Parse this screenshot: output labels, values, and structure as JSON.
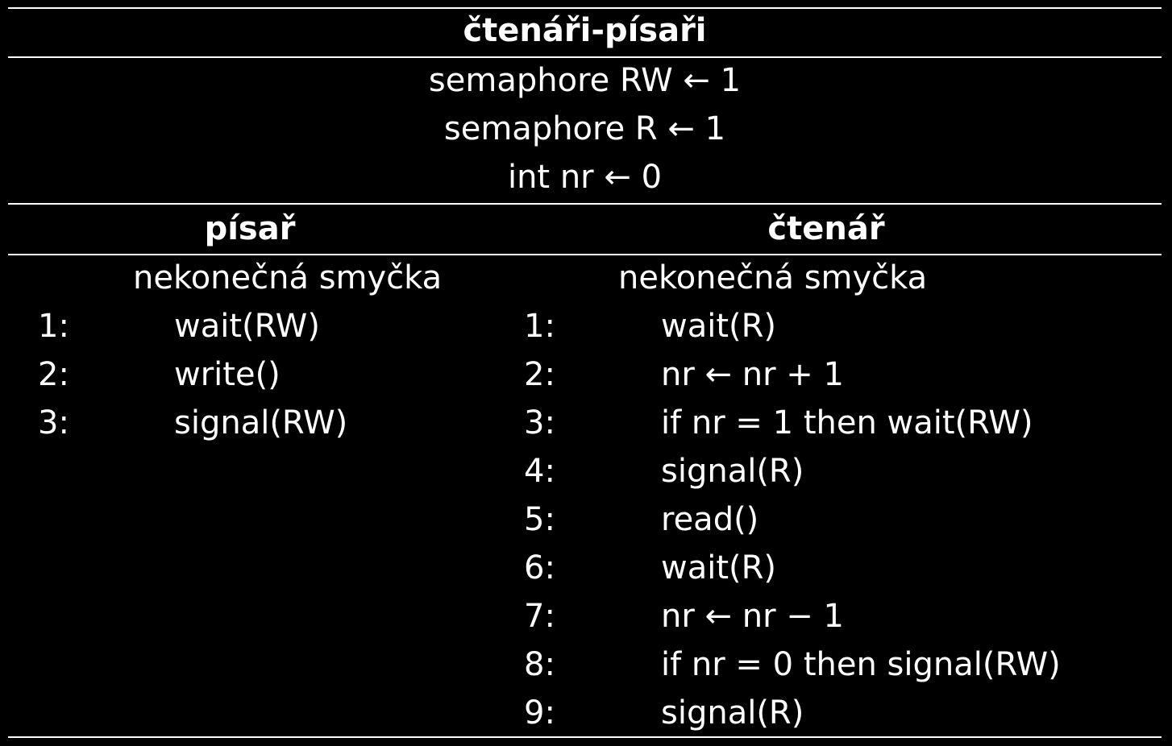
{
  "title": "čtenáři-písaři",
  "declarations": [
    "semaphore RW ← 1",
    "semaphore R ← 1",
    "int nr ← 0"
  ],
  "writer": {
    "heading": "písař",
    "loop_label": "nekonečná smyčka",
    "steps": [
      {
        "num": "1:",
        "code": "wait(RW)"
      },
      {
        "num": "2:",
        "code": "write()"
      },
      {
        "num": "3:",
        "code": "signal(RW)"
      }
    ]
  },
  "reader": {
    "heading": "čtenář",
    "loop_label": "nekonečná smyčka",
    "steps": [
      {
        "num": "1:",
        "code": "wait(R)"
      },
      {
        "num": "2:",
        "code": "nr ← nr + 1"
      },
      {
        "num": "3:",
        "code": "if nr = 1 then wait(RW)"
      },
      {
        "num": "4:",
        "code": "signal(R)"
      },
      {
        "num": "5:",
        "code": "read()"
      },
      {
        "num": "6:",
        "code": "wait(R)"
      },
      {
        "num": "7:",
        "code": "nr ← nr − 1"
      },
      {
        "num": "8:",
        "code": "if nr = 0 then signal(RW)"
      },
      {
        "num": "9:",
        "code": "signal(R)"
      }
    ]
  }
}
